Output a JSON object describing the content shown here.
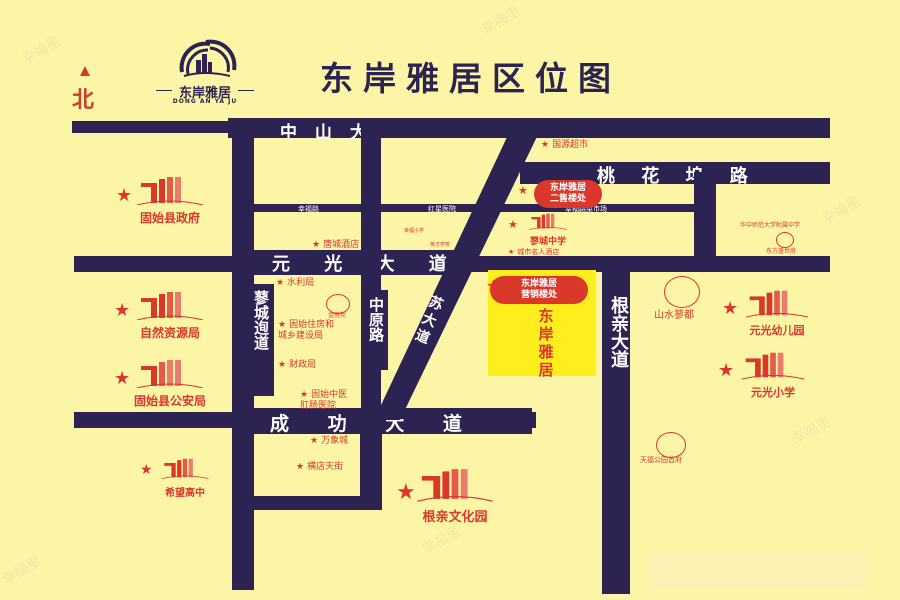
{
  "title": "东岸雅居区位图",
  "north_label": "北",
  "logo": {
    "name": "东岸雅居",
    "subtitle": "DONG AN YA JU"
  },
  "watermark": "幸福里",
  "colors": {
    "background": "#fdf5a6",
    "road": "#2d2352",
    "accent_red": "#d9382b",
    "site_yellow": "#ffee1e"
  },
  "roads": {
    "zhongshan": "中  山  大",
    "taohuawu": "桃 花 坞 路",
    "yuanguang": "元  光  大  道",
    "chenggong": "成  功  大  道",
    "mengcheng": "蓼城迿道",
    "zhongyuan": "中原路",
    "gensu": "根亲大道",
    "jiangsu": "苏大道",
    "xingfu": "幸福路",
    "hongxing": "红星医院",
    "xingfu_market": "幸福路菜市场"
  },
  "project": {
    "name": "东岸雅居",
    "sales_office": "东岸雅居\n营销楼处",
    "second_office": "东岸雅居\n二售楼处"
  },
  "landmarks": [
    {
      "id": "gov",
      "label": "固始县政府"
    },
    {
      "id": "resources",
      "label": "自然资源局"
    },
    {
      "id": "police",
      "label": "固始县公安局"
    },
    {
      "id": "hope",
      "label": "希望高中"
    },
    {
      "id": "culture",
      "label": "根亲文化园"
    },
    {
      "id": "kindergarten",
      "label": "元光幼儿园"
    },
    {
      "id": "primary",
      "label": "元光小学"
    },
    {
      "id": "mengcheng_middle",
      "label": "蓼城中学"
    }
  ],
  "pois": [
    {
      "id": "guoyuan",
      "label": "国源超市"
    },
    {
      "id": "tangcheng_hotel",
      "label": "唐城酒店"
    },
    {
      "id": "water",
      "label": "水利局"
    },
    {
      "id": "housing",
      "label": "固始住房和\n城乡建设局"
    },
    {
      "id": "finance",
      "label": "财政局"
    },
    {
      "id": "tcm",
      "label": "固始中医\n肛肠医院"
    },
    {
      "id": "wanxiang",
      "label": "万象城"
    },
    {
      "id": "hengdian",
      "label": "横店天街"
    },
    {
      "id": "celebrity_hotel",
      "label": "城市名人酒店"
    },
    {
      "id": "jinfu",
      "label": "金府苑"
    },
    {
      "id": "shanshui",
      "label": "山水蓼都"
    },
    {
      "id": "tianfu",
      "label": "天福公园首府"
    },
    {
      "id": "huazhong",
      "label": "华中师范大学附属中学"
    },
    {
      "id": "dongfang",
      "label": "东方盛世府"
    },
    {
      "id": "xingfu_school",
      "label": "幸福小学"
    },
    {
      "id": "yingxiang",
      "label": "英才学校"
    }
  ]
}
